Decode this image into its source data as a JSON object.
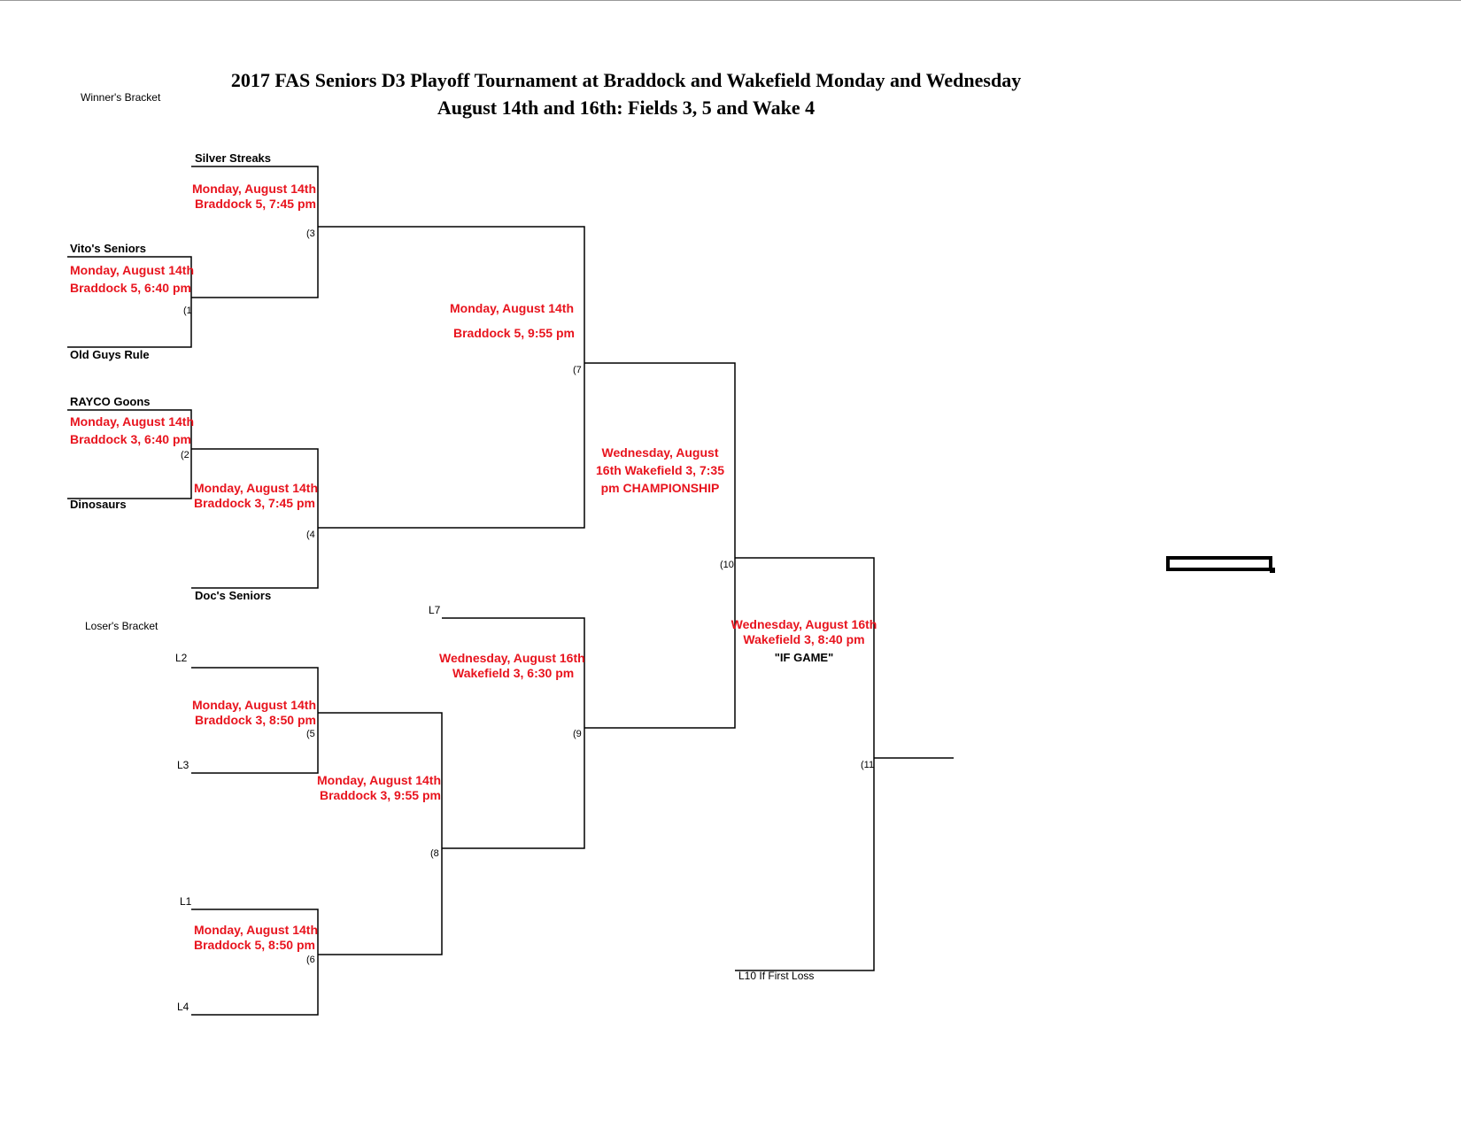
{
  "title": {
    "line1": "2017 FAS Seniors D3 Playoff Tournament at Braddock and Wakefield  Monday and Wednesday",
    "line2": "August 14th and 16th: Fields 3, 5 and Wake 4"
  },
  "sections": {
    "winners": "Winner's Bracket",
    "losers": "Loser's Bracket"
  },
  "teams": {
    "silver_streaks": "Silver Streaks",
    "vitos_seniors": "Vito's Seniors",
    "old_guys_rule": "Old Guys Rule",
    "rayco_goons": "RAYCO Goons",
    "dinosaurs": "Dinosaurs",
    "docs_seniors": "Doc's Seniors"
  },
  "slots": {
    "l2": "L2",
    "l3": "L3",
    "l1": "L1",
    "l4": "L4",
    "l7": "L7",
    "l10": "L10 If First Loss"
  },
  "games": {
    "g1": {
      "num": "(1",
      "day": "Monday, August 14th",
      "field": "Braddock 5, 6:40 pm"
    },
    "g2": {
      "num": "(2",
      "day": "Monday, August 14th",
      "field": "Braddock 3, 6:40 pm"
    },
    "g3": {
      "num": "(3",
      "day": "Monday, August 14th",
      "field": "Braddock 5, 7:45 pm"
    },
    "g4": {
      "num": "(4",
      "day": "Monday, August 14th",
      "field": "Braddock 3, 7:45 pm"
    },
    "g5": {
      "num": "(5",
      "day": "Monday, August 14th",
      "field": "Braddock 3, 8:50 pm"
    },
    "g6": {
      "num": "(6",
      "day": "Monday, August 14th",
      "field": "Braddock 5, 8:50 pm"
    },
    "g7": {
      "num": "(7",
      "day": "Monday, August 14th",
      "field": "Braddock 5, 9:55 pm"
    },
    "g8": {
      "num": "(8",
      "day": "Monday, August 14th",
      "field": "Braddock 3, 9:55 pm"
    },
    "g9": {
      "num": "(9",
      "day": "Wednesday, August 16th",
      "field": "Wakefield 3, 6:30 pm"
    },
    "g10": {
      "num": "(10",
      "line1": "Wednesday, August",
      "line2": "16th  Wakefield 3, 7:35",
      "line3": "pm  CHAMPIONSHIP"
    },
    "g11": {
      "num": "(11",
      "day": "Wednesday, August 16th",
      "field": "Wakefield 3, 8:40 pm",
      "note": "\"IF GAME\""
    }
  }
}
